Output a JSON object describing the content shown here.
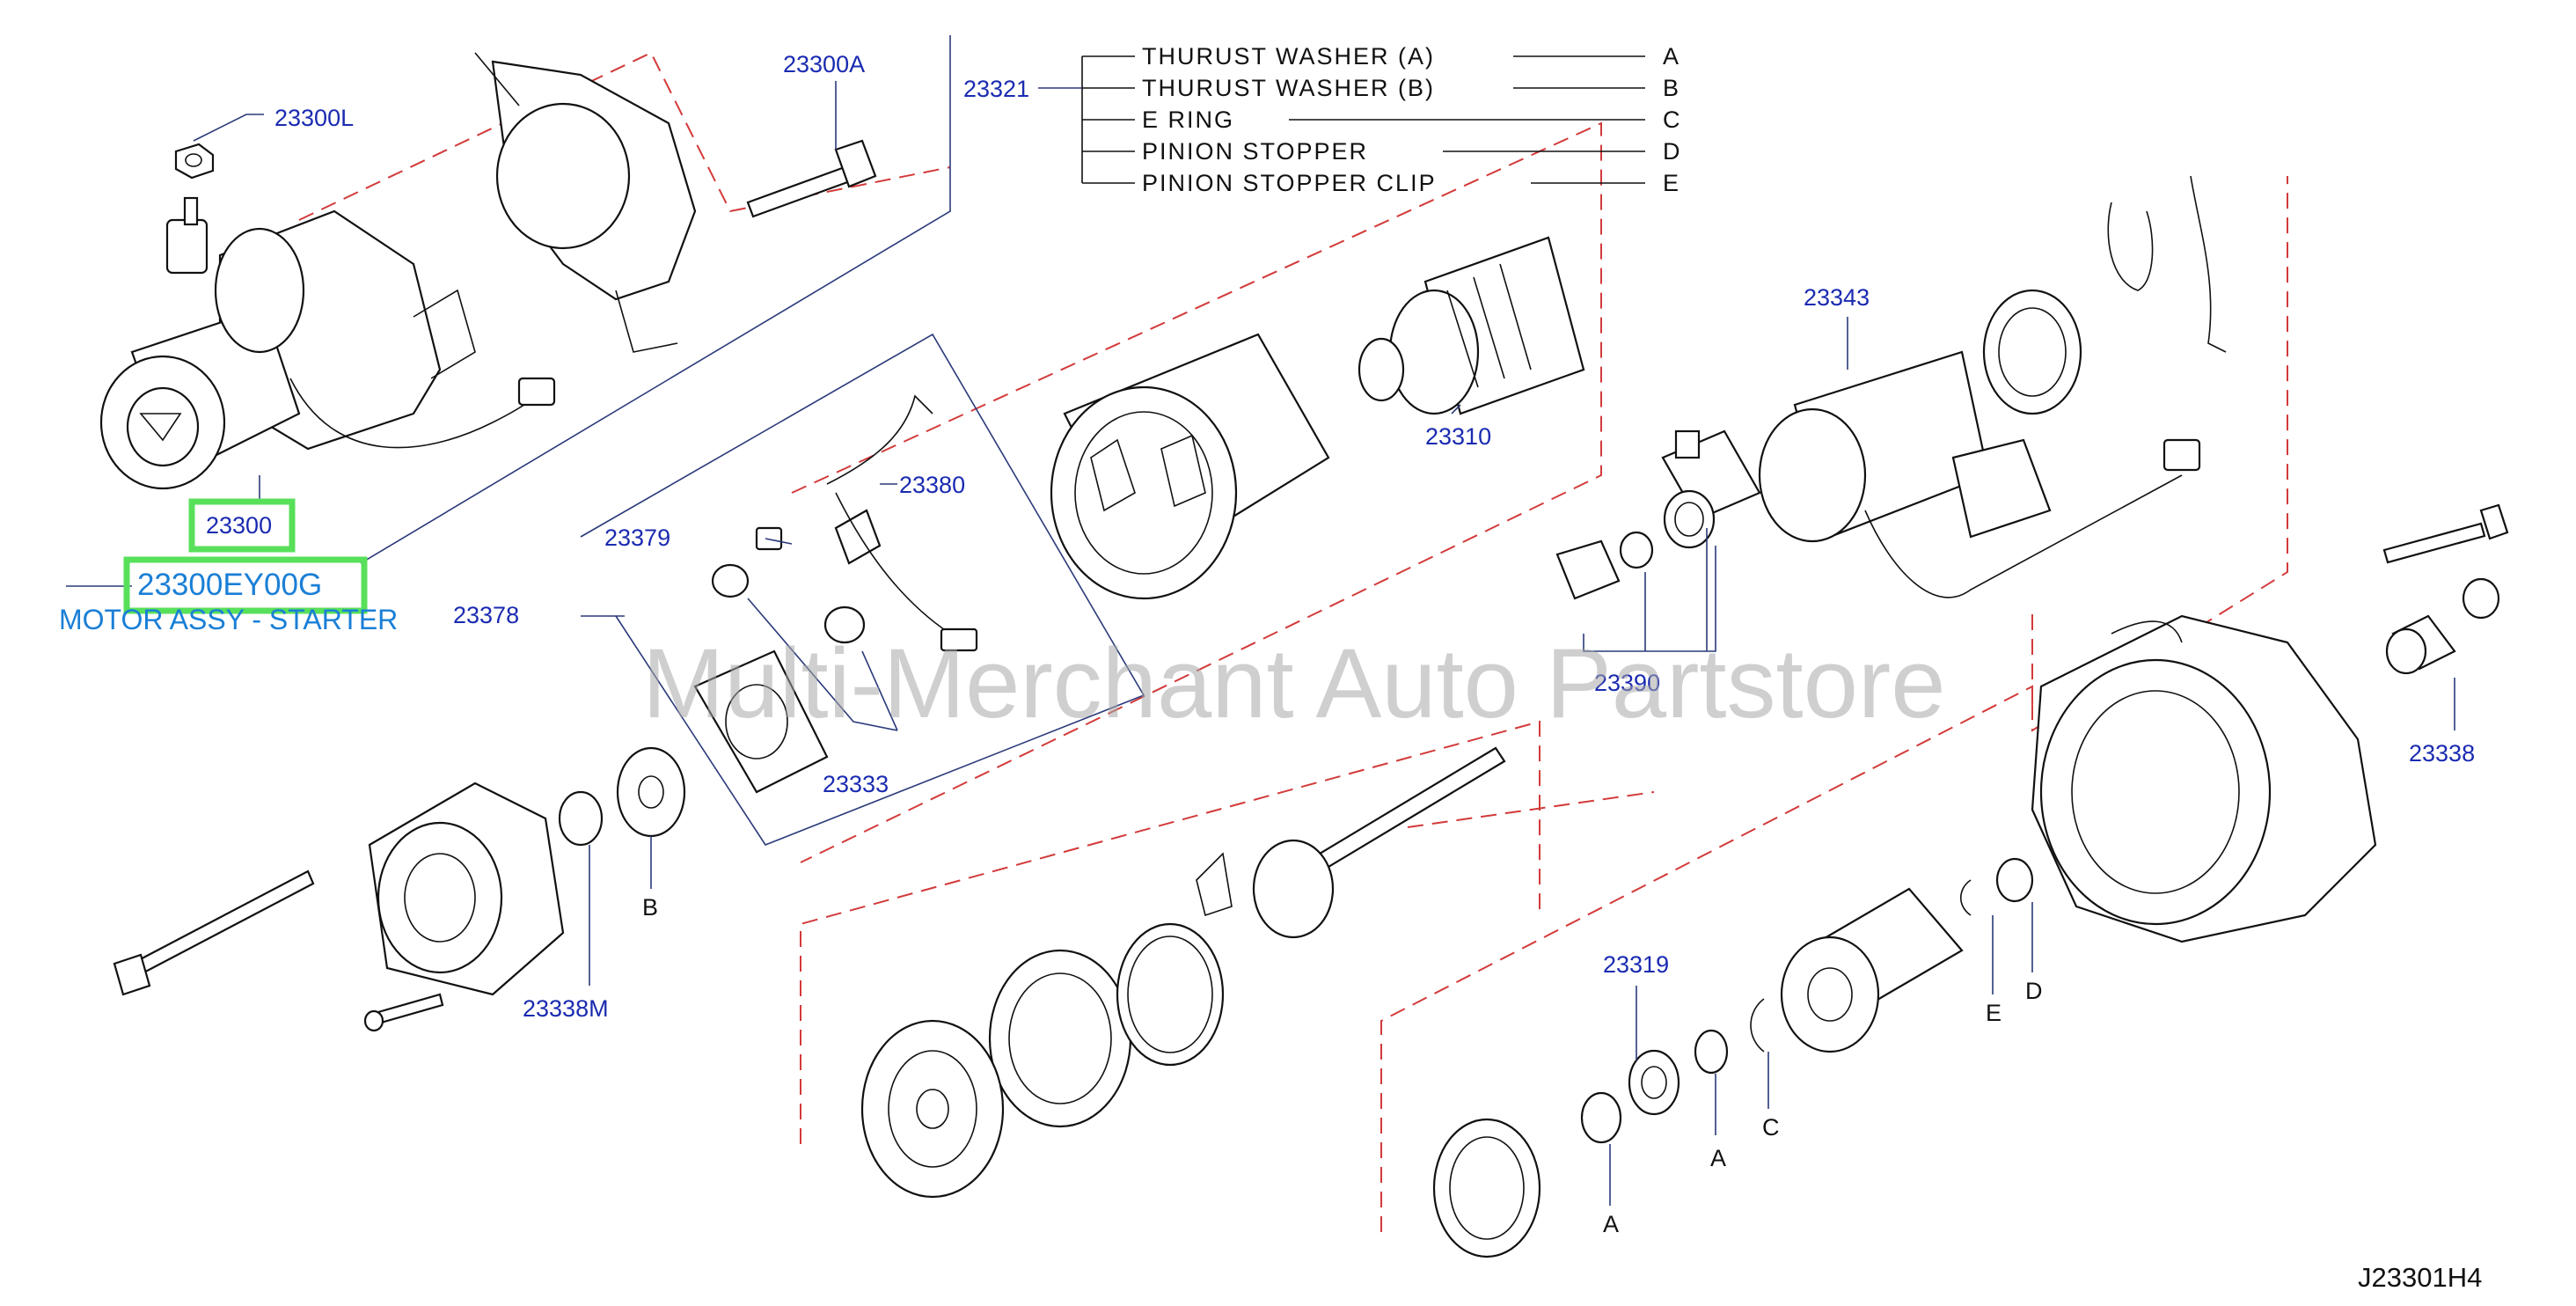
{
  "diagram": {
    "watermark": "Multi-Merchant Auto Partstore",
    "diagram_code": "J23301H4",
    "selected_part": {
      "number": "23300EY00G",
      "description": "MOTOR ASSY - STARTER",
      "callout": "23300"
    },
    "callouts": {
      "c23300L": "23300L",
      "c23300A": "23300A",
      "c23321": "23321",
      "c23310": "23310",
      "c23343": "23343",
      "c23379": "23379",
      "c23380": "23380",
      "c23378": "23378",
      "c23333": "23333",
      "c23390": "23390",
      "c23338": "23338",
      "c23338M": "23338M",
      "c23319": "23319",
      "refB_left": "B",
      "refA_1": "A",
      "refA_2": "A",
      "refC": "C",
      "refE": "E",
      "refD": "D"
    },
    "legend": [
      {
        "name": "THURUST   WASHER   (A)",
        "code": "A"
      },
      {
        "name": "THURUST   WASHER   (B)",
        "code": "B"
      },
      {
        "name": "E   RING",
        "code": "C"
      },
      {
        "name": "PINION   STOPPER",
        "code": "D"
      },
      {
        "name": "PINION   STOPPER   CLIP",
        "code": "E"
      }
    ]
  }
}
